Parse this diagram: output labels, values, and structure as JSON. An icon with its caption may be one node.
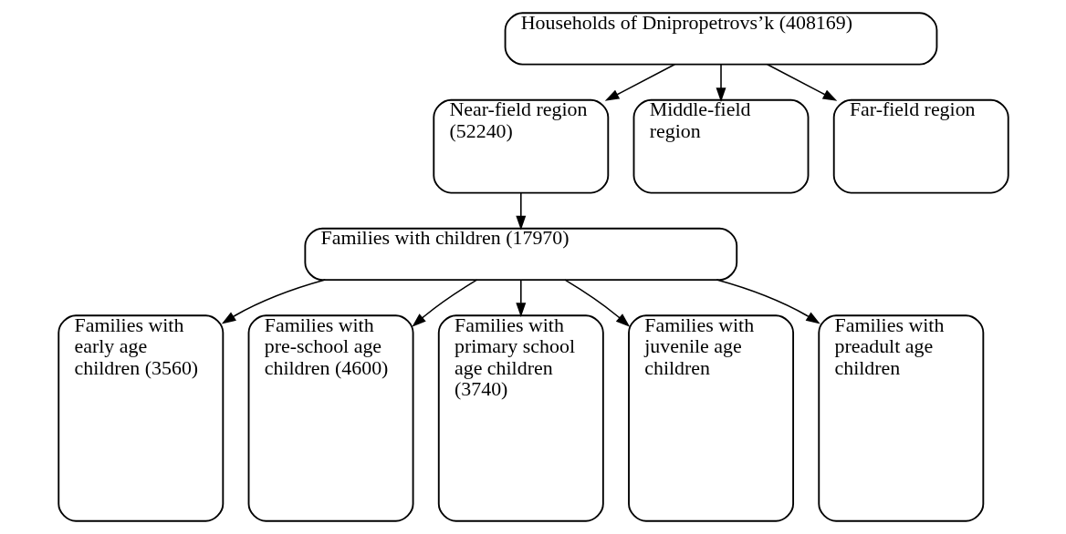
{
  "diagram": {
    "nodes": [
      {
        "text": [
          "Households of Dnipropetrovs’k (408169)"
        ]
      },
      {
        "text": [
          "Near-field region (52240)"
        ]
      },
      {
        "text": [
          "Middle-field region"
        ]
      },
      {
        "text": [
          "Far-field region"
        ]
      },
      {
        "text": [
          "Families with children (17970)"
        ]
      },
      {
        "text": [
          "Families with early age children (3560)"
        ]
      },
      {
        "text": [
          "Families with pre-school age children (4600)"
        ]
      },
      {
        "text": [
          "Families with primary school age children (3740)"
        ]
      },
      {
        "text": [
          "Families with juvenile age children"
        ]
      },
      {
        "text": [
          "Families with preadult age children"
        ]
      }
    ],
    "edges": [
      {
        "from": 0,
        "to": 1,
        "arrow": "to"
      },
      {
        "from": 0,
        "to": 2,
        "arrow": "to"
      },
      {
        "from": 0,
        "to": 3,
        "arrow": "to"
      },
      {
        "from": 1,
        "to": 4,
        "arrow": "to"
      },
      {
        "from": 4,
        "to": 5,
        "arrow": "to"
      },
      {
        "from": 4,
        "to": 6,
        "arrow": "to"
      },
      {
        "from": 4,
        "to": 7,
        "arrow": "to"
      },
      {
        "from": 4,
        "to": 8,
        "arrow": "to"
      },
      {
        "from": 4,
        "to": 9,
        "arrow": "to"
      }
    ]
  }
}
